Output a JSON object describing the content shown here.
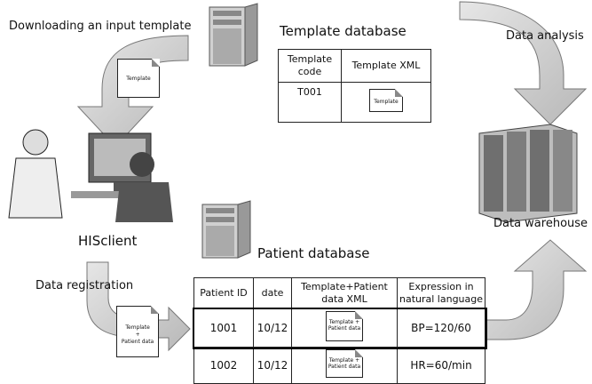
{
  "labels": {
    "downloading": "Downloading an input template",
    "template_database": "Template database",
    "data_analysis": "Data analysis",
    "hisclient": "HISclient",
    "patient_database": "Patient database",
    "data_warehouse": "Data warehouse",
    "data_registration": "Data registration"
  },
  "docs": {
    "template": "Template",
    "template_patient": [
      "Template",
      "+",
      "Patient data"
    ]
  },
  "template_table": {
    "headers": [
      "Template code",
      "Template XML"
    ],
    "rows": [
      [
        "T001",
        "Template"
      ]
    ]
  },
  "patient_table": {
    "headers": [
      "Patient ID",
      "date",
      "Template+Patient data XML",
      "Expression in natural language"
    ],
    "rows": [
      [
        "1001",
        "10/12",
        "Template + Patient data",
        "BP=120/60"
      ],
      [
        "1002",
        "10/12",
        "Template + Patient data",
        "HR=60/min"
      ]
    ]
  },
  "icons": [
    "server-icon",
    "server-icon",
    "data-warehouse-icon",
    "doctor-patient-illustration"
  ]
}
